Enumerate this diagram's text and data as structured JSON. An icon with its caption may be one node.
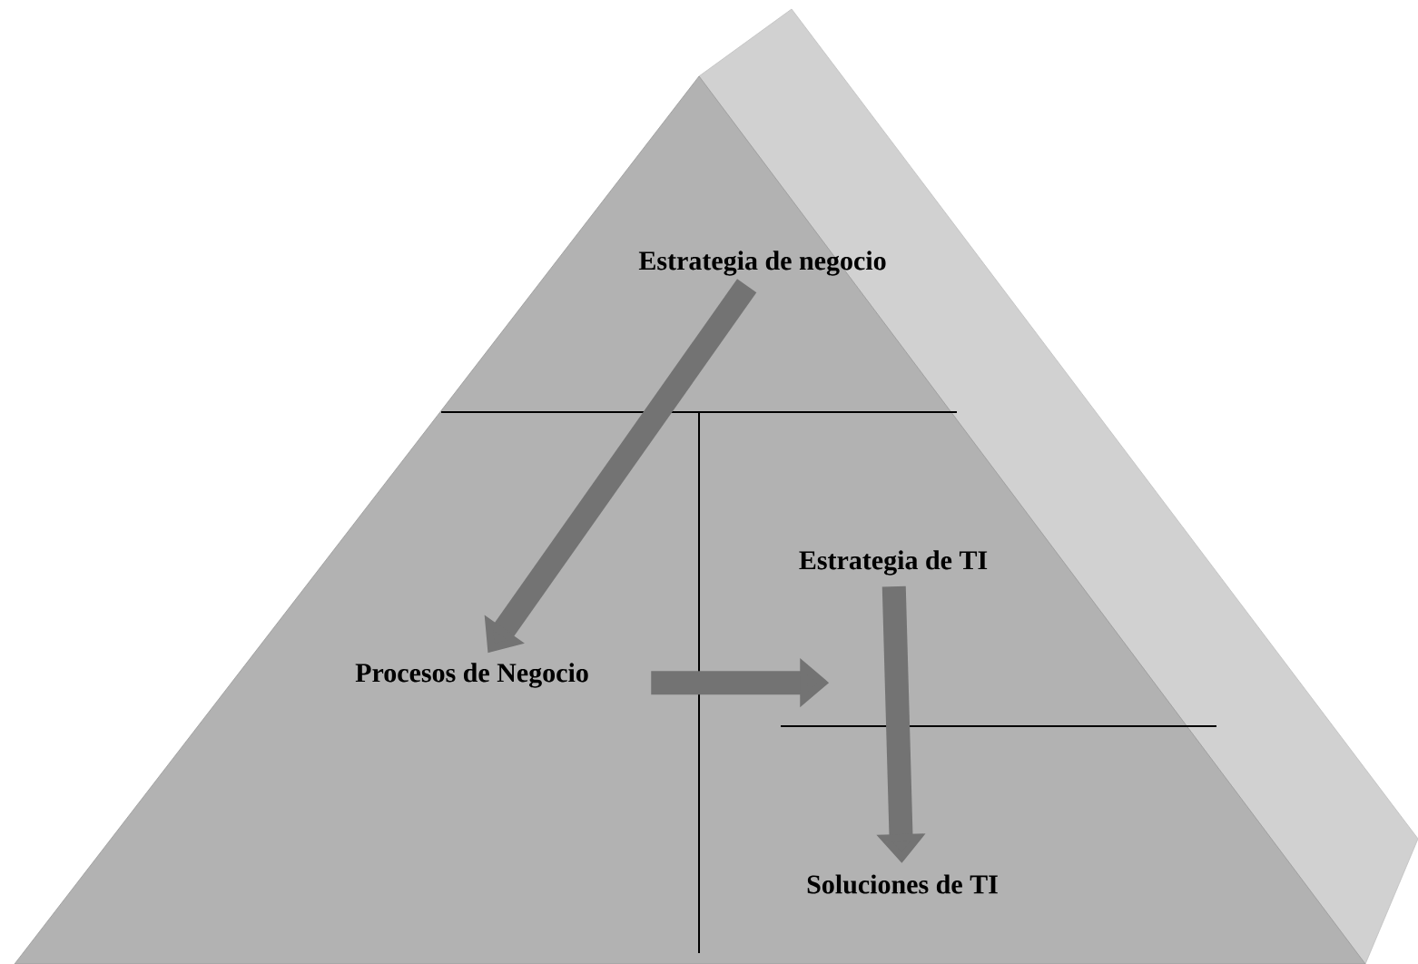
{
  "diagram": {
    "nodes": [
      {
        "text": [
          "Estrategia de negocio"
        ]
      },
      {
        "text": [
          "Estrategia de TI"
        ]
      },
      {
        "text": [
          "Procesos de Negocio"
        ]
      },
      {
        "text": [
          "Soluciones de TI"
        ]
      }
    ],
    "edges": [
      {
        "from": 0,
        "to": 2,
        "arrow": "to"
      },
      {
        "from": 2,
        "to": null,
        "arrow": "to"
      },
      {
        "from": 1,
        "to": 3,
        "arrow": "to"
      }
    ]
  }
}
